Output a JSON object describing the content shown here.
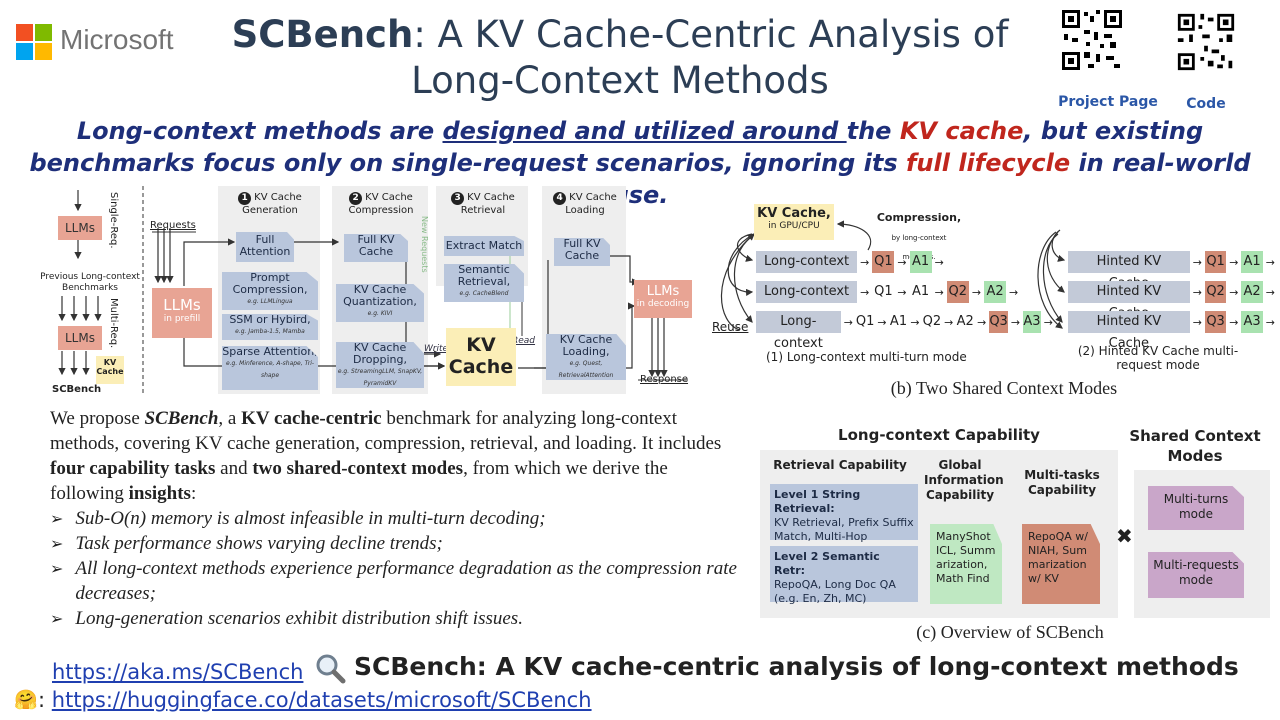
{
  "header": {
    "brand": "Microsoft",
    "logo_colors": [
      "#f25022",
      "#7fba00",
      "#00a4ef",
      "#ffb900"
    ],
    "title_bold": "SCBench",
    "title_rest": ": A KV Cache-Centric Analysis of",
    "title_line2": "Long-Context Methods",
    "qr_labels": [
      "Project Page",
      "Code"
    ]
  },
  "headline": {
    "p1": "Long-context methods are ",
    "p2": "designed and utilized around ",
    "p3": "the ",
    "p4": "KV cache",
    "p5": ", but existing",
    "p6": "benchmarks focus only on single-request scenarios, ignoring its ",
    "p7": "full lifecycle",
    "p8": " in real-world use."
  },
  "left_panel": {
    "llms": "LLMs",
    "single_req": "Single-Req.",
    "multi_req": "Multi-Req.",
    "previous": "Previous Long-context Benchmarks",
    "kv_cache": "KV Cache",
    "scbench": "SCBench"
  },
  "pipeline": {
    "requests": "Requests",
    "llms_prefill": "LLMs",
    "in_prefill": "in prefill",
    "stages": [
      {
        "num": "1",
        "title": "KV Cache Generation"
      },
      {
        "num": "2",
        "title": "KV Cache Compression"
      },
      {
        "num": "3",
        "title": "KV Cache Retrieval"
      },
      {
        "num": "4",
        "title": "KV Cache Loading"
      }
    ],
    "gen_items": [
      {
        "label": "Full Attention",
        "sub": ""
      },
      {
        "label": "Prompt Compression,",
        "sub": "e.g. LLMLingua"
      },
      {
        "label": "SSM or Hybird,",
        "sub": "e.g. Jamba-1.5, Mamba"
      },
      {
        "label": "Sparse Attention,",
        "sub": "e.g. Minference, A-shape, Tri-shape"
      }
    ],
    "comp_items": [
      {
        "label": "Full KV Cache",
        "sub": ""
      },
      {
        "label": "KV Cache Quantization,",
        "sub": "e.g. KIVI"
      },
      {
        "label": "KV Cache Dropping,",
        "sub": "e.g. StreamingLLM, SnapKV, PyramidKV"
      }
    ],
    "retr_items": [
      {
        "label": "Extract Match",
        "sub": ""
      },
      {
        "label": "Semantic Retrieval,",
        "sub": "e.g. CacheBlend"
      }
    ],
    "load_items": [
      {
        "label": "Full KV Cache",
        "sub": ""
      },
      {
        "label": "KV Cache Loading,",
        "sub": "e.g. Quest, RetrievalAttention"
      }
    ],
    "new_requests": "New Requests",
    "write": "Write",
    "read": "Read",
    "kv_cache_big": "KV Cache",
    "llms_decoding": "LLMs",
    "in_decoding": "in decoding",
    "response": "Response"
  },
  "modes_b": {
    "kv_cache_label": "KV Cache,",
    "kv_cache_sub": "in GPU/CPU",
    "compression": "Compression,",
    "compression_sub": "by long-context methods.",
    "reuse": "Reuse",
    "rows_left": [
      [
        "Long-context",
        "Q1",
        "A1"
      ],
      [
        "Long-context",
        "Q1",
        "A1",
        "Q2",
        "A2"
      ],
      [
        "Long-context",
        "Q1",
        "A1",
        "Q2",
        "A2",
        "Q3",
        "A3"
      ]
    ],
    "rows_right": [
      [
        "Hinted KV Cache",
        "Q1",
        "A1"
      ],
      [
        "Hinted KV Cache",
        "Q2",
        "A2"
      ],
      [
        "Hinted KV Cache",
        "Q3",
        "A3"
      ]
    ],
    "mode1": "(1) Long-context multi-turn mode",
    "mode2_l1": "(2) Hinted KV Cache multi-",
    "mode2_l2": "request mode",
    "caption": "(b) Two Shared Context Modes"
  },
  "overview_c": {
    "lc_capability": "Long-context Capability",
    "shared_modes": "Shared Context Modes",
    "retrieval_cap": "Retrieval Capability",
    "global_cap": "Global Information Capability",
    "multitask_cap": "Multi-tasks Capability",
    "level1_title": "Level 1 String Retrieval:",
    "level1_body": "KV Retrieval, Prefix Suffix Match, Multi-Hop",
    "level2_title": "Level 2 Semantic Retr:",
    "level2_body": "RepoQA, Long Doc QA (e.g. En, Zh, MC)",
    "global_body": "ManyShot ICL, Summarization, Math Find",
    "multitask_body": "RepoQA w/ NIAH, Summarization w/ KV",
    "multi_turns": "Multi-turns mode",
    "multi_requests": "Multi-requests mode",
    "times": "✖",
    "caption": "(c) Overview of SCBench"
  },
  "body": {
    "t1": "We propose ",
    "t2": "SCBench",
    "t3": ", a ",
    "t4": "KV cache-centric",
    "t5": " benchmark for analyzing long-context methods, covering KV cache generation, compression, retrieval, and loading. It includes ",
    "t6": "four capability tasks",
    "t7": " and ",
    "t8": "two shared-context modes",
    "t9": ", from which we derive the following ",
    "t10": "insights",
    "t11": ":",
    "bullets": [
      "Sub-O(n) memory is almost infeasible in multi-turn decoding;",
      "Task performance shows varying decline trends;",
      "All long-context methods experience performance degradation as the compression rate decreases;",
      "Long-generation scenarios exhibit distribution shift issues."
    ]
  },
  "footer": {
    "link1": "https://aka.ms/SCBench",
    "search_title": "SCBench: A KV cache-centric analysis of long-context methods",
    "hf_emoji": "🤗",
    "link2": "https://huggingface.co/datasets/microsoft/SCBench"
  }
}
